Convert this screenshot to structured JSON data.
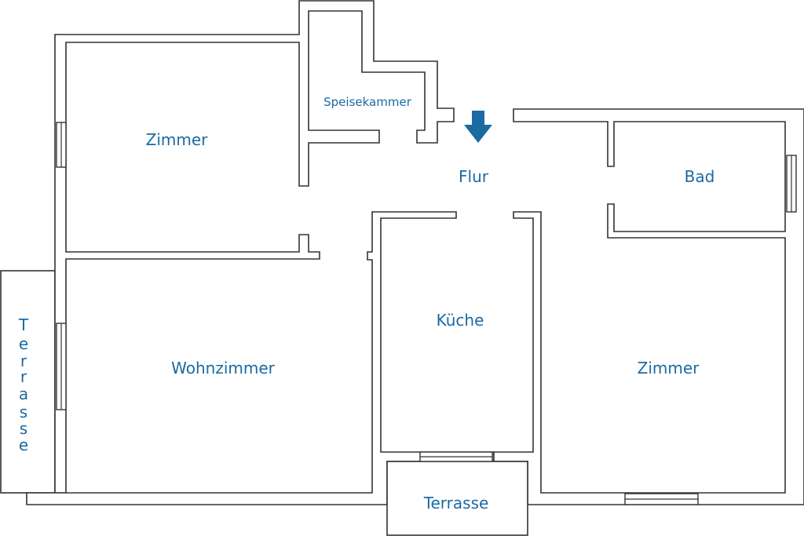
{
  "plan": {
    "label_color": "#1a6aa3",
    "line_color": "#333333",
    "rooms": {
      "zimmer_top_left": "Zimmer",
      "speisekammer": "Speisekammer",
      "flur": "Flur",
      "bad": "Bad",
      "kueche": "Küche",
      "wohnzimmer": "Wohnzimmer",
      "zimmer_right": "Zimmer",
      "terrasse_bottom": "Terrasse",
      "terrasse_left": [
        "T",
        "e",
        "r",
        "r",
        "a",
        "s",
        "s",
        "e"
      ]
    },
    "entrance": {
      "icon": "arrow-down-icon",
      "color": "#1a6aa3"
    }
  }
}
